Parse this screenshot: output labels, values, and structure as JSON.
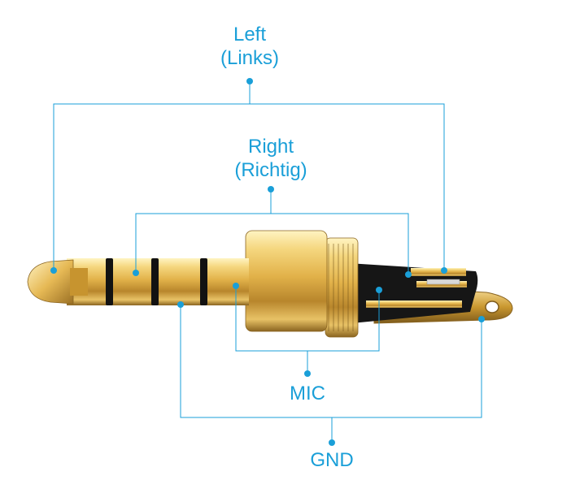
{
  "labels": {
    "left": {
      "line1": "Left",
      "line2": "(Links)"
    },
    "right": {
      "line1": "Right",
      "line2": "(Richtig)"
    },
    "mic": {
      "text": "MIC"
    },
    "gnd": {
      "text": "GND"
    }
  },
  "colors": {
    "accent": "#1a9fd8",
    "plug_gold": "#e9c25a",
    "insulator": "#111111"
  },
  "icons": [
    "trrs-audio-jack-illustration"
  ]
}
